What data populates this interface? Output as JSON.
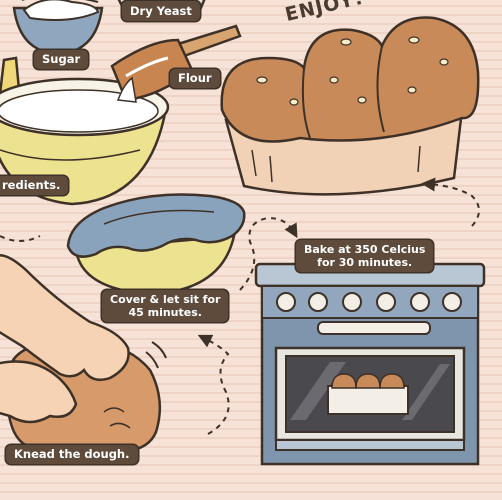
{
  "labels": {
    "dry_yeast": "Dry Yeast",
    "sugar": "Sugar",
    "flour": "Flour",
    "ingredients": "redients.",
    "enjoy": "ENJOY!",
    "bake": "Bake at 350 Celcius\nfor 30 minutes.",
    "cover": "Cover & let sit for\n45 minutes.",
    "knead": "Knead the dough."
  },
  "colors": {
    "background": "#f4ddd0",
    "outline": "#3e3128",
    "label_bg": "#5e4b3c",
    "bowl_yellow": "#ede28f",
    "oven_blue": "#7e95ad",
    "bread": "#c98a5a",
    "bread_top": "#b67647",
    "skin": "#f5d3b4",
    "dough": "#d79a6a",
    "cloth": "#8aa3bd"
  },
  "icons": [
    "sugar-bowl-icon",
    "yeast-bowl-icon",
    "flour-scoop-icon",
    "mixing-bowl-icon",
    "covered-bowl-icon",
    "bread-loaf-icon",
    "oven-icon",
    "hands-kneading-icon"
  ]
}
